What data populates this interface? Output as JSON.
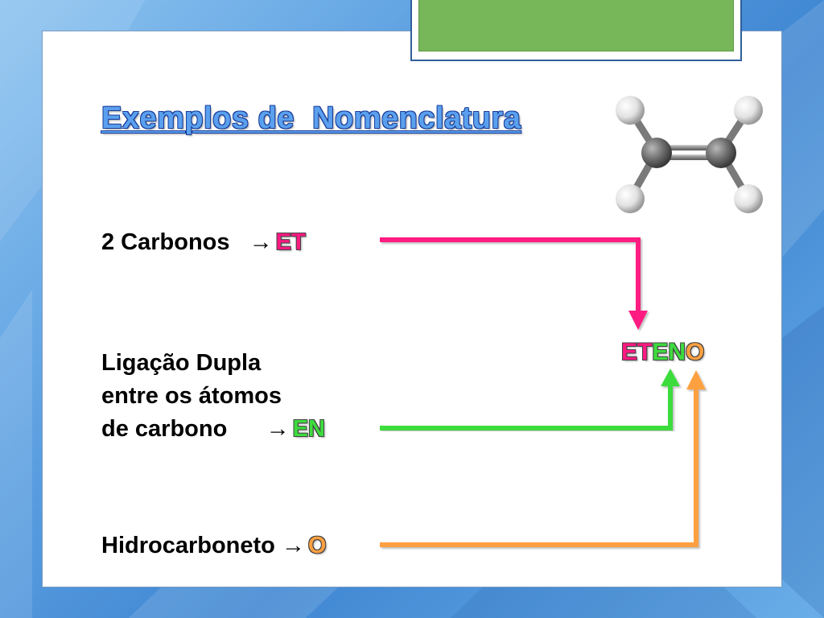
{
  "slide": {
    "title": "Exemplos de  Nomenclatura",
    "rows": [
      {
        "text": "2 Carbonos",
        "arrow": "→",
        "tag": "ET",
        "color": "#ff1a82"
      },
      {
        "lines": [
          "Ligação Dupla",
          "entre os átomos",
          "de carbono"
        ],
        "arrow": "→",
        "tag": "EN",
        "color": "#3ddc3d"
      },
      {
        "text": "Hidrocarboneto",
        "arrow": "→",
        "tag": "O",
        "color": "#ffa040"
      }
    ],
    "result": {
      "parts": [
        "ET",
        "EN",
        "O"
      ],
      "word": "ETENO"
    }
  },
  "colors": {
    "et": "#ff1a82",
    "en": "#3ddc3d",
    "o": "#ffa040",
    "title": "#5aa0ee",
    "title_outline": "#1a3f9a"
  },
  "icons": {
    "molecule": "ethene-ball-and-stick-icon"
  }
}
